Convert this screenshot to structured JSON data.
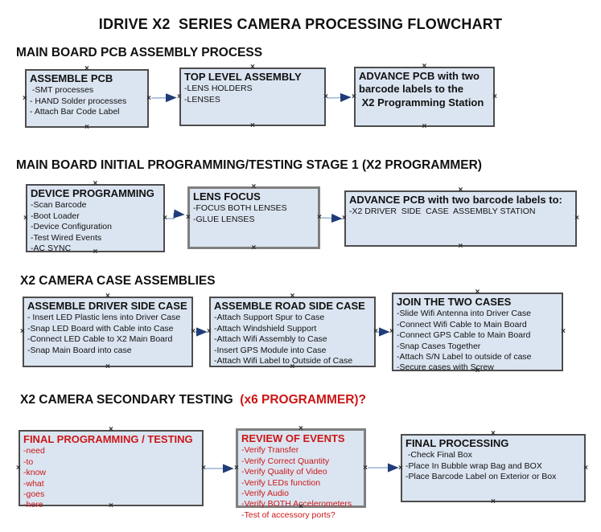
{
  "title": "IDRIVE X2  SERIES CAMERA PROCESSING FLOWCHART",
  "glyphs": {
    "connection_handle": "×"
  },
  "colors": {
    "box_fill": "#dbe5f1",
    "box_border": "#4d4d4d",
    "red_text": "#cc1616",
    "arrow_line": "#95b3d7",
    "arrow_head": "#1f3c78"
  },
  "sections": [
    {
      "heading": "MAIN BOARD PCB ASSEMBLY PROCESS",
      "boxes": [
        {
          "title": "ASSEMBLE PCB",
          "items": [
            " -SMT processes",
            "- HAND Solder processes",
            "- Attach Bar Code Label"
          ]
        },
        {
          "title": "TOP LEVEL ASSEMBLY",
          "items": [
            "-LENS HOLDERS",
            "-LENSES"
          ]
        },
        {
          "title": "ADVANCE PCB with two\nbarcode labels to the\n X2 Programming Station",
          "items": []
        }
      ]
    },
    {
      "heading": "MAIN BOARD INITIAL PROGRAMMING/TESTING STAGE 1 (X2 PROGRAMMER)",
      "boxes": [
        {
          "title": "DEVICE PROGRAMMING",
          "items": [
            "-Scan Barcode",
            "-Boot Loader",
            "-Device Configuration",
            "-Test Wired Events",
            "-AC SYNC"
          ]
        },
        {
          "title": "LENS FOCUS",
          "items": [
            "-FOCUS BOTH LENSES",
            "-GLUE LENSES"
          ]
        },
        {
          "title": "ADVANCE PCB with two barcode labels to:",
          "items": [
            "-X2 DRIVER  SIDE  CASE  ASSEMBLY STATION"
          ]
        }
      ]
    },
    {
      "heading": "X2 CAMERA CASE ASSEMBLIES",
      "boxes": [
        {
          "title": "ASSEMBLE DRIVER SIDE CASE",
          "items": [
            "- Insert LED Plastic lens into Driver Case",
            "-Snap LED Board with Cable into Case",
            "-Connect LED Cable to X2 Main Board",
            "-Snap Main Board into case"
          ]
        },
        {
          "title": "ASSEMBLE ROAD SIDE CASE",
          "items": [
            "-Attach Support Spur to Case",
            "-Attach Windshield Support",
            "-Attach Wifi Assembly to Case",
            "-Insert GPS Module into Case",
            "-Attach Wifi Label to Outside of Case"
          ]
        },
        {
          "title": "JOIN THE TWO CASES",
          "items": [
            "-Slide Wifi Antenna into Driver Case",
            "-Connect Wifi Cable to Main Board",
            "-Connect GPS Cable to Main Board",
            "-Snap Cases Together",
            "-Attach S/N Label to outside of case",
            "-Secure cases with Screw"
          ]
        }
      ]
    },
    {
      "heading": "X2 CAMERA SECONDARY TESTING  ",
      "heading_red": "(x6 PROGRAMMER)?",
      "boxes": [
        {
          "title": "FINAL PROGRAMMING / TESTING",
          "items": [
            "-need",
            "-to",
            "-know",
            "-what",
            "-goes",
            "-here"
          ]
        },
        {
          "title": "REVIEW OF EVENTS",
          "items": [
            "-Verify Transfer",
            "-Verify Correct Quantity",
            "-Verify Quality of Video",
            "-Verify LEDs function",
            "-Verify Audio",
            "-Verify BOTH Accelerometers",
            "-Test of accessory ports?"
          ]
        },
        {
          "title": "FINAL PROCESSING",
          "items": [
            " -Check Final Box",
            "-Place In Bubble wrap Bag and BOX",
            "-Place Barcode Label on Exterior or Box"
          ]
        }
      ]
    }
  ]
}
